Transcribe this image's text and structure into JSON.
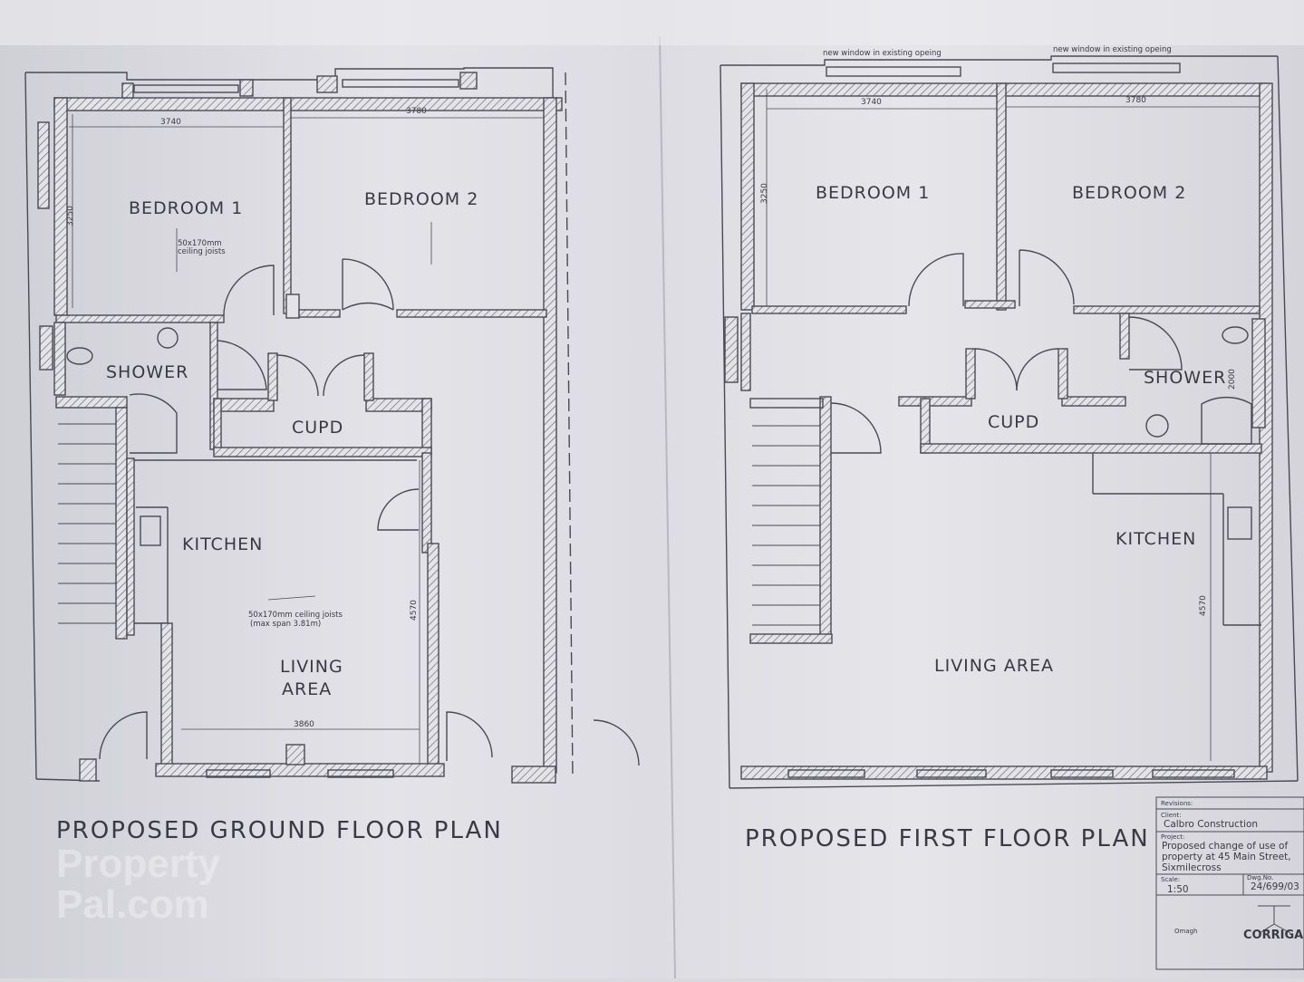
{
  "ground_floor": {
    "title": "PROPOSED GROUND FLOOR PLAN",
    "rooms": {
      "bedroom1": "BEDROOM 1",
      "bedroom2": "BEDROOM 2",
      "shower": "SHOWER",
      "cupd": "CUPD",
      "kitchen": "KITCHEN",
      "living1": "LIVING",
      "living2": "AREA"
    },
    "dims": {
      "w1": "3740",
      "w2": "3780",
      "h1": "3250",
      "h2": "4570",
      "w3": "3860"
    },
    "notes": {
      "joists1a": "50x170mm",
      "joists1b": "ceiling joists",
      "joists2a": "50x170mm ceiling joists",
      "joists2b": "(max span 3.81m)"
    }
  },
  "first_floor": {
    "title": "PROPOSED FIRST FLOOR PLAN",
    "rooms": {
      "bedroom1": "BEDROOM 1",
      "bedroom2": "BEDROOM 2",
      "shower": "SHOWER",
      "cupd": "CUPD",
      "kitchen": "KITCHEN",
      "living": "LIVING AREA"
    },
    "dims": {
      "w1": "3740",
      "w2": "3780",
      "h1": "3250",
      "h2": "2000",
      "h3": "4570"
    },
    "notes": {
      "window1": "new window in existing opeing",
      "window2": "new window in existing opeing"
    }
  },
  "title_block": {
    "revisions_label": "Revisions:",
    "client_label": "Client:",
    "client": "Calbro Construction",
    "project_label": "Project:",
    "project_line1": "Proposed change of use of",
    "project_line2": "property at 45 Main Street,",
    "project_line3": "Sixmilecross",
    "scale_label": "Scale:",
    "scale": "1:50",
    "dwg_label": "Dwg.No.",
    "dwg": "24/699/03",
    "place": "Omagh",
    "logo": "CORRIGA"
  },
  "watermark": {
    "line1": "Property",
    "line2": "Pal.com"
  }
}
